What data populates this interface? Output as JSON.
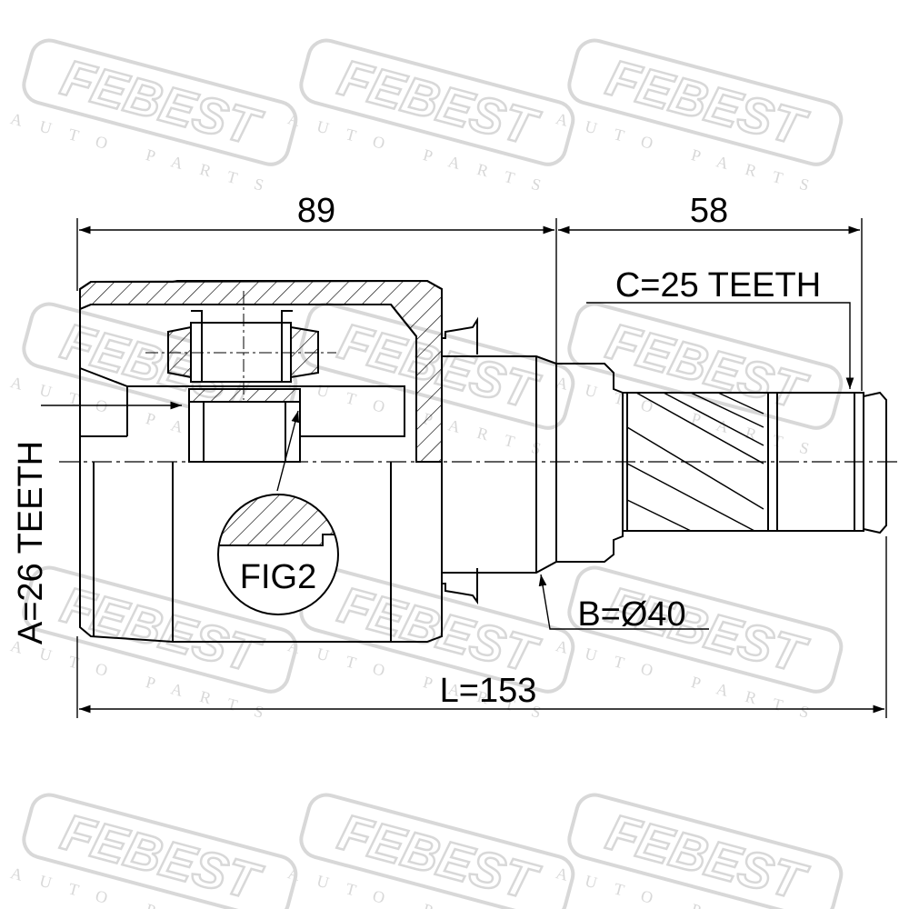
{
  "watermark": {
    "brand": "FEBEST",
    "tagline": "AUTO PARTS",
    "color": "#d8d8d8"
  },
  "drawing": {
    "line_color": "#000000",
    "dimensions": {
      "housing_length": "89",
      "shaft_length": "58",
      "total_length": "L=153",
      "inner_teeth": "A=26 TEETH",
      "outer_teeth": "C=25 TEETH",
      "diameter": "B=Ø40"
    },
    "detail_label": "FIG2"
  }
}
